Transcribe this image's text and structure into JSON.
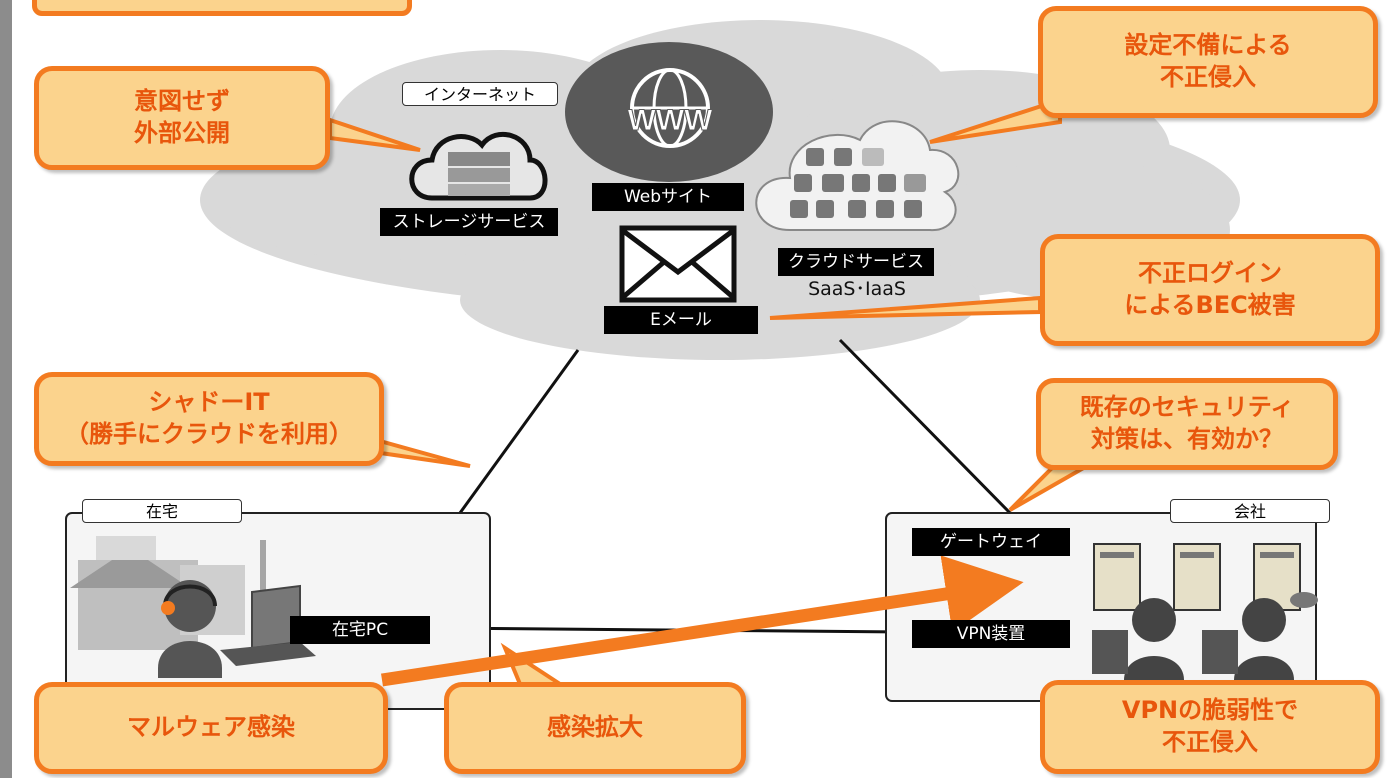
{
  "header_banner": "",
  "callouts": {
    "unintended_exposure": "意図せず\n外部公開",
    "misconfig_intrusion": "設定不備による\n不正侵入",
    "unauthorized_login_bec": "不正ログイン\nによるBEC被害",
    "shadow_it": "シャドーIT\n（勝手にクラウドを利用）",
    "existing_security": "既存のセキュリティ\n対策は、有効か？",
    "malware_infection": "マルウェア感染",
    "infection_spread": "感染拡大",
    "vpn_vulnerability": "VPNの脆弱性で\n不正侵入"
  },
  "internet": {
    "title": "インターネット",
    "storage_label": "ストレージサービス",
    "web_label": "Webサイト",
    "www_text": "WWW",
    "email_label": "Eメール",
    "cloud_service_label": "クラウドサービス",
    "cloud_service_sub": "SaaS･IaaS"
  },
  "home": {
    "title": "在宅",
    "pc_label": "在宅PC"
  },
  "company": {
    "title": "会社",
    "gateway_label": "ゲートウェイ",
    "vpn_label": "VPN装置"
  },
  "colors": {
    "callout_fill": "#fbd38d",
    "callout_border": "#f37b20",
    "callout_text": "#e8560c",
    "cloud_fill": "#d9d9d9",
    "attack_arrow": "#f37b20"
  },
  "icons": [
    "storage-cloud-icon",
    "www-globe-icon",
    "envelope-icon",
    "saas-apps-cloud-icon",
    "house-icon",
    "user-headset-icon",
    "laptop-icon",
    "server-icon",
    "user-monitor-icon"
  ]
}
